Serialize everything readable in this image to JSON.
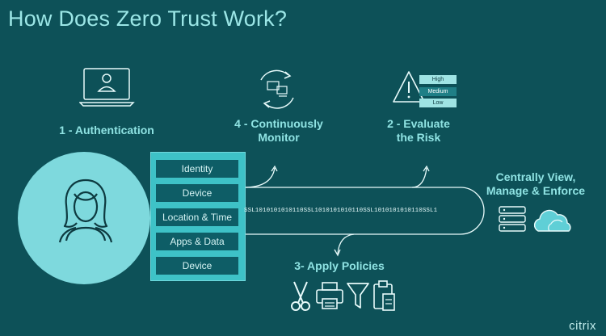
{
  "title": "How Does Zero Trust Work?",
  "steps": {
    "auth": "1 - Authentication",
    "monitor_line1": "4 - Continuously",
    "monitor_line2": "Monitor",
    "evaluate_line1": "2 - Evaluate",
    "evaluate_line2": "the Risk",
    "policies": "3- Apply Policies",
    "central_line1": "Centrally View,",
    "central_line2": "Manage & Enforce"
  },
  "attributes": [
    "Identity",
    "Device",
    "Location & Time",
    "Apps & Data",
    "Device"
  ],
  "risk_levels": [
    "High",
    "Medium",
    "Low"
  ],
  "data_stream": "SSL1010101010110SSL1010101010110SSL1010101010110SSL1",
  "logo": "citrix",
  "colors": {
    "background": "#0d5158",
    "accent": "#3ec2c7",
    "heading": "#9be6e6",
    "attribute_box": "#0e5d66"
  },
  "icons": [
    "laptop-user-icon",
    "monitor-cycle-icon",
    "warning-icon",
    "user-icon",
    "server-icon",
    "cloud-icon",
    "scissors-icon",
    "printer-icon",
    "filter-icon",
    "clipboard-icon"
  ]
}
